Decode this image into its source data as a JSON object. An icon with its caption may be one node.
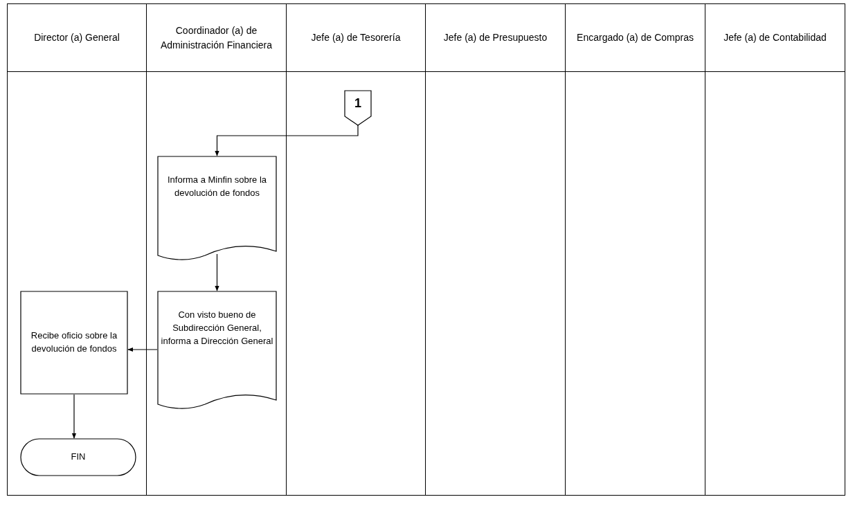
{
  "diagram": {
    "nodes": [
      {
        "text": [
          "Director (a) General"
        ]
      },
      {
        "text": [
          "Coordinador (a) de Administración Financiera"
        ]
      },
      {
        "text": [
          "Jefe (a) de Tesorería"
        ]
      },
      {
        "text": [
          "Jefe (a) de Presupuesto"
        ]
      },
      {
        "text": [
          "Encargado (a) de Compras"
        ]
      },
      {
        "text": [
          "Jefe (a) de Contabilidad"
        ]
      },
      {
        "text": [
          "1"
        ],
        "in": 2
      },
      {
        "text": [
          "Informa a Minfin sobre la devolución de fondos"
        ],
        "in": 1
      },
      {
        "text": [
          "Con visto bueno de Subdirección General, informa a Dirección General"
        ],
        "in": 1
      },
      {
        "text": [
          "Recibe oficio sobre la devolución de fondos"
        ],
        "in": 0
      },
      {
        "text": [
          "FIN"
        ],
        "in": 0
      }
    ],
    "edges": [
      {
        "from": 6,
        "to": 7,
        "arrow": "to"
      },
      {
        "from": 7,
        "to": 8,
        "arrow": "to"
      },
      {
        "from": 8,
        "to": 9,
        "arrow": "to"
      },
      {
        "from": 9,
        "to": 10,
        "arrow": "to"
      }
    ]
  }
}
